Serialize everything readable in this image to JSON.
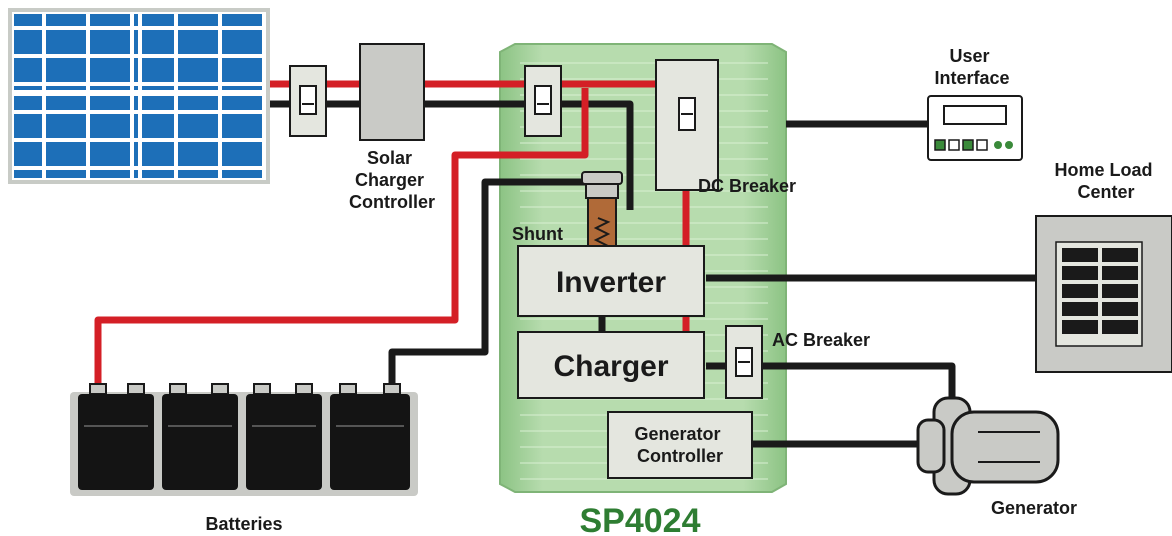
{
  "labels": {
    "solar_charger_controller": [
      "Solar",
      "Charger",
      "Controller"
    ],
    "user_interface": [
      "User",
      "Interface"
    ],
    "home_load_center": [
      "Home Load",
      "Center"
    ],
    "dc_breaker": "DC Breaker",
    "shunt": "Shunt",
    "inverter": "Inverter",
    "charger": "Charger",
    "ac_breaker": "AC Breaker",
    "generator_controller": [
      "Generator",
      "Controller"
    ],
    "generator": "Generator",
    "batteries": "Batteries",
    "model": "SP4024"
  },
  "colors": {
    "positive_wire": "#d41f26",
    "negative_wire": "#1a1a1a",
    "enclosure": "#a9d3a0",
    "model_text": "#2e7d32",
    "solar_cell": "#1d6fb8",
    "component_fill": "#e4e6df"
  }
}
